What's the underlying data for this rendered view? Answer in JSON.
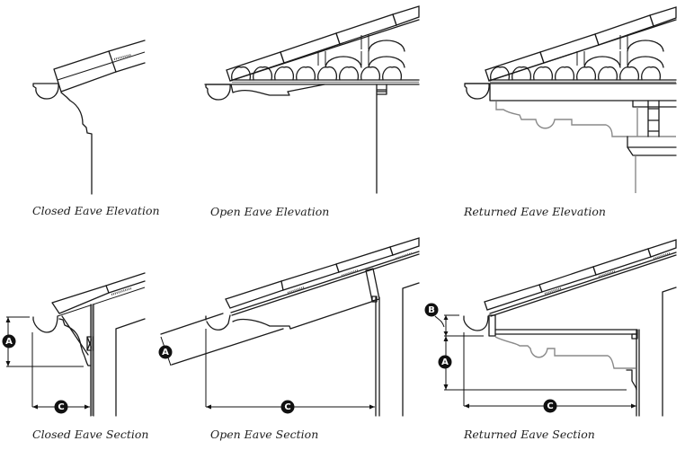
{
  "figure": {
    "panels": [
      {
        "id": "closed-eave-elevation",
        "caption": "Closed Eave Elevation"
      },
      {
        "id": "open-eave-elevation",
        "caption": "Open Eave Elevation"
      },
      {
        "id": "returned-eave-elevation",
        "caption": "Returned Eave Elevation"
      },
      {
        "id": "closed-eave-section",
        "caption": "Closed Eave Section",
        "dimension_labels": [
          "A",
          "C"
        ]
      },
      {
        "id": "open-eave-section",
        "caption": "Open Eave Section",
        "dimension_labels": [
          "A",
          "C"
        ]
      },
      {
        "id": "returned-eave-section",
        "caption": "Returned Eave Section",
        "dimension_labels": [
          "B",
          "A",
          "C"
        ]
      }
    ],
    "colors": {
      "line": "#1a1a1a",
      "gray_line": "#8a8a8a",
      "badge_fill": "#111111",
      "background": "#ffffff"
    }
  }
}
